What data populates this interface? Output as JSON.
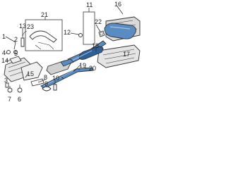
{
  "diagram": {
    "colors": {
      "outline": "#333333",
      "pipe_fill": "#5a8cc4",
      "pipe_dark": "#2d5f99",
      "pipe_light": "#9ec3ea",
      "heatshield": "#d9d9d9",
      "background": "#ffffff"
    },
    "callouts": {
      "c1": "1",
      "c2": "2",
      "c3": "3",
      "c4": "4",
      "c5": "5",
      "c6": "6",
      "c7": "7",
      "c8": "8",
      "c9": "9",
      "c10": "10",
      "c11": "11",
      "c12": "12",
      "c13": "13",
      "c14": "14",
      "c15": "15",
      "c16": "16",
      "c17": "17",
      "c18": "18",
      "c19": "19",
      "c20": "20",
      "c21": "21",
      "c22": "22",
      "c23": "23"
    }
  }
}
